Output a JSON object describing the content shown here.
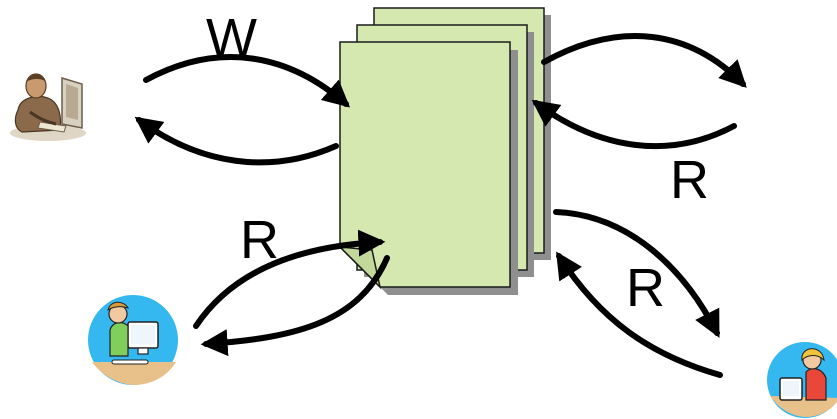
{
  "labels": {
    "write": "W",
    "read_right_top": "R",
    "read_left_bottom": "R",
    "read_right_bottom": "R"
  },
  "colors": {
    "document_fill": "#d5e8b0",
    "document_border": "#1a1a1a",
    "document_shadow": "#8f8f8f",
    "arrow": "#000000",
    "avatar_ring": "#35b8f0",
    "avatar_floor": "#e8c08a"
  },
  "icons": {
    "writer": "businessman-at-computer-icon",
    "reader_left": "boy-at-computer-icon",
    "reader_right": "girl-at-computer-icon",
    "document": "stacked-documents-icon"
  }
}
